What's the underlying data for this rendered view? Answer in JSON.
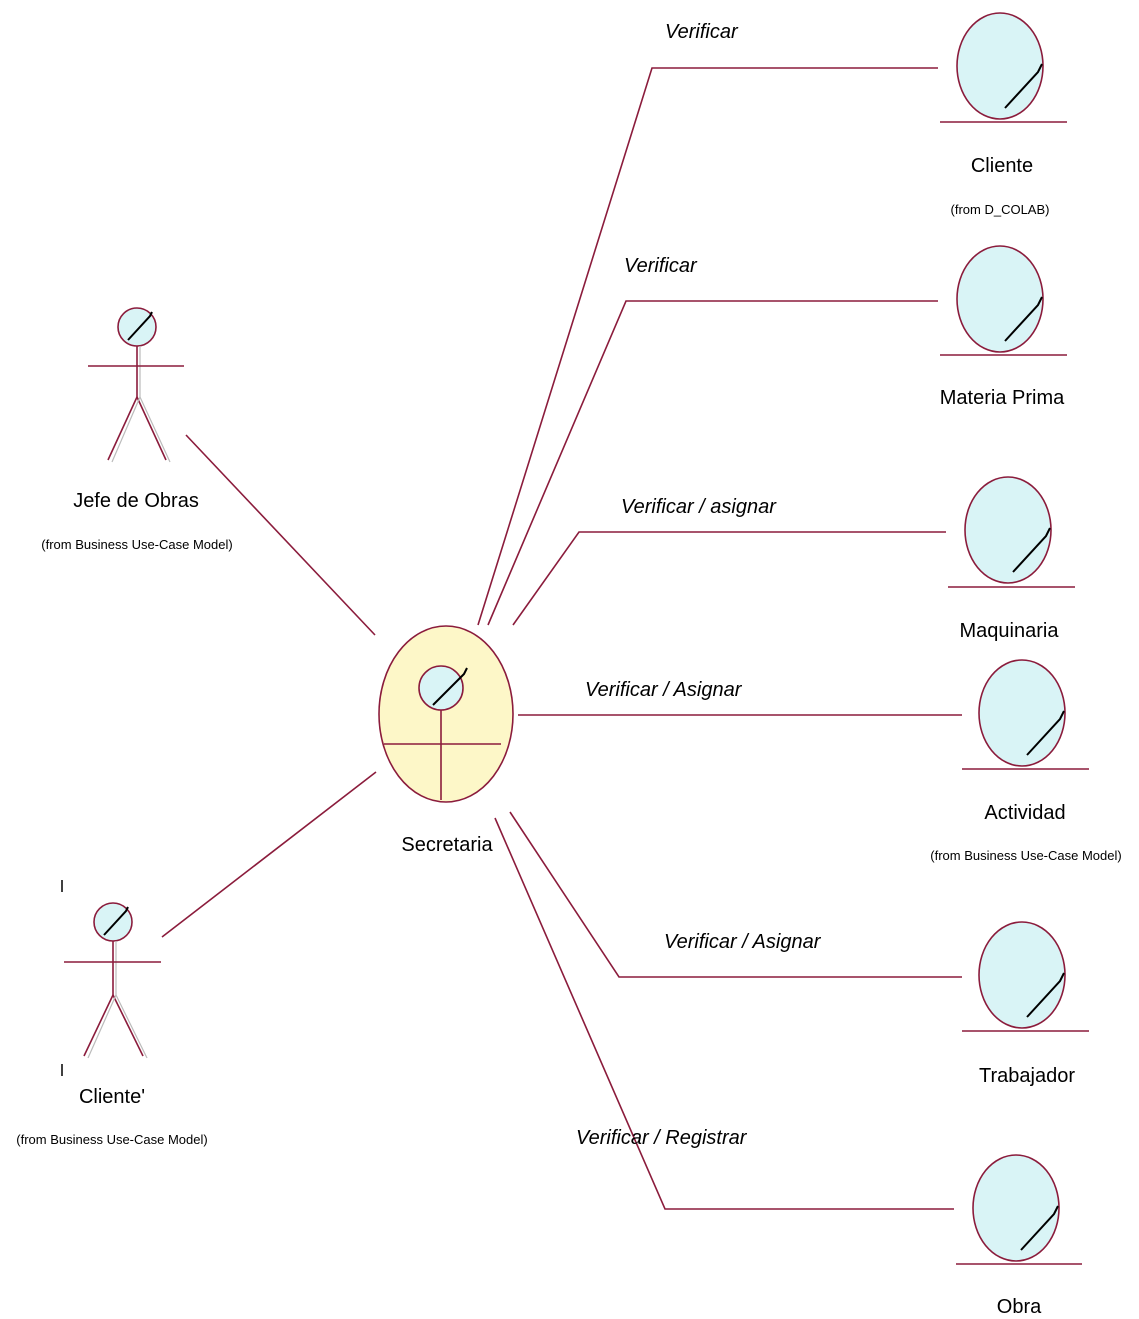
{
  "colors": {
    "line": "#8b1c3c",
    "entity_fill": "#d9f4f6",
    "worker_fill": "#fdf7c8",
    "text": "#000000"
  },
  "actors": [
    {
      "name": "Jefe de Obras",
      "from": "(from Business Use-Case Model)"
    },
    {
      "name": "Cliente'",
      "from": "(from Business Use-Case Model)"
    }
  ],
  "worker": {
    "name": "Secretaria"
  },
  "entities": [
    {
      "name": "Cliente",
      "from": "(from D_COLAB)"
    },
    {
      "name": "Materia Prima",
      "from": ""
    },
    {
      "name": "Maquinaria",
      "from": ""
    },
    {
      "name": "Actividad",
      "from": "(from Business Use-Case Model)"
    },
    {
      "name": "Trabajador",
      "from": ""
    },
    {
      "name": "Obra",
      "from": ""
    }
  ],
  "associations": [
    {
      "label": "Verificar"
    },
    {
      "label": "Verificar"
    },
    {
      "label": "Verificar / asignar"
    },
    {
      "label": "Verificar / Asignar"
    },
    {
      "label": "Verificar / Asignar"
    },
    {
      "label": "Verificar / Registrar"
    }
  ]
}
